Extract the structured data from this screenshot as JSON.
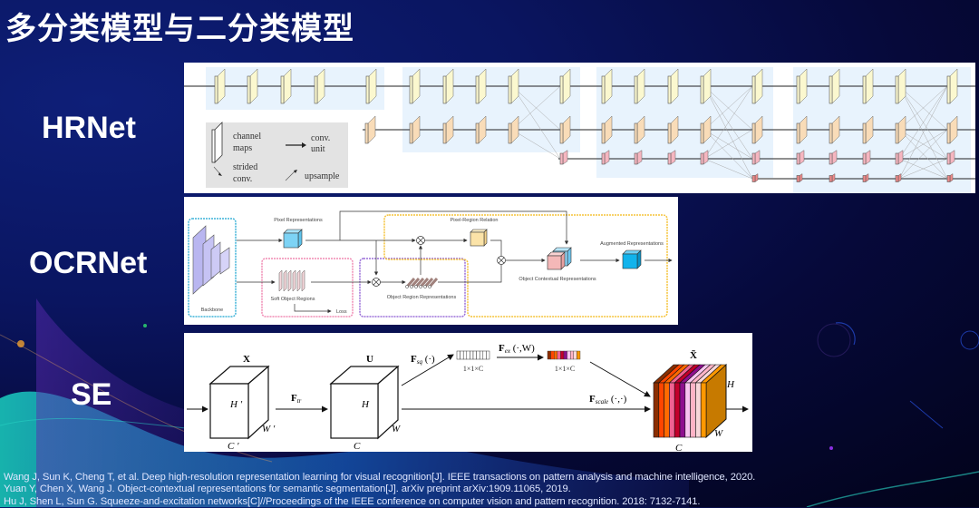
{
  "slide": {
    "title": "多分类模型与二分类模型"
  },
  "sections": [
    {
      "label": "HRNet"
    },
    {
      "label": "OCRNet"
    },
    {
      "label": "SE"
    }
  ],
  "hrnet": {
    "legend": {
      "channel_maps": [
        "channel",
        "maps"
      ],
      "conv_unit": [
        "conv.",
        "unit"
      ],
      "strided_conv": [
        "strided",
        "conv."
      ],
      "upsample": "upsample"
    },
    "colors": {
      "stream1": "#fbf8cf",
      "stream2": "#f9dcb8",
      "stream3": "#f6b6c0",
      "stream4": "#ee8a8a",
      "stage_bg": "#e8f3fd",
      "legend_bg": "#e3e3e3"
    }
  },
  "ocrnet": {
    "labels": {
      "backbone": "Backbone",
      "pixel_representations": "Pixel Representations",
      "soft_object_regions": "Soft Object Regions",
      "loss": "Loss",
      "object_region_representations": "Object Region Representations",
      "pixel_region_relation": "Pixel-Region Relation",
      "object_contextual_representations": "Object Contextual Representations",
      "augmented_representations": "Augmented Representations"
    },
    "colors": {
      "backbone_box": "#3fb3d8",
      "soft_regions_box": "#f08bb4",
      "object_region_box": "#9a6fd8",
      "relation_box": "#f5c33a",
      "backbone_fill": "#b9b6f0",
      "pixel_cube": "#7dd3f5",
      "relation_cube": "#fbe3a8",
      "context_cube_front": "#f4b8b8",
      "context_cube_back": "#8fd5f7",
      "augmented_cube": "#11b3ec"
    }
  },
  "se": {
    "labels": {
      "x": "X",
      "u": "U",
      "x_tilde": "X̃",
      "h_prime": "H ′",
      "w_prime": "W ′",
      "c_prime": "C ′",
      "h": "H",
      "w": "W",
      "c": "C",
      "f_tr": "F",
      "f_tr_sub": "tr",
      "f_sq": "F",
      "f_sq_sub": "sq",
      "f_sq_arg": " (·)",
      "f_ex": "F",
      "f_ex_sub": "ex",
      "f_ex_arg": " (·,W)",
      "f_scale": "F",
      "f_scale_sub": "scale",
      "f_scale_arg": " (·,·)",
      "dims1": "1×1×C",
      "dims2": "1×1×C"
    },
    "stripe_colors": [
      "#8b2e00",
      "#ff4500",
      "#ff6a00",
      "#f06292",
      "#c2002a",
      "#8e0f8e",
      "#f9c4f0",
      "#ffb3c6",
      "#f8d7da",
      "#ff9800"
    ],
    "side_color": "#c77a00"
  },
  "references": [
    "Wang J, Sun K, Cheng T, et al. Deep high-resolution representation learning for visual recognition[J]. IEEE transactions on pattern analysis and machine intelligence, 2020.",
    "Yuan Y, Chen X, Wang J. Object-contextual representations for semantic segmentation[J]. arXiv preprint arXiv:1909.11065, 2019.",
    "Hu J, Shen L, Sun G. Squeeze-and-excitation networks[C]//Proceedings of the IEEE conference on computer vision and pattern recognition. 2018: 7132-7141."
  ]
}
